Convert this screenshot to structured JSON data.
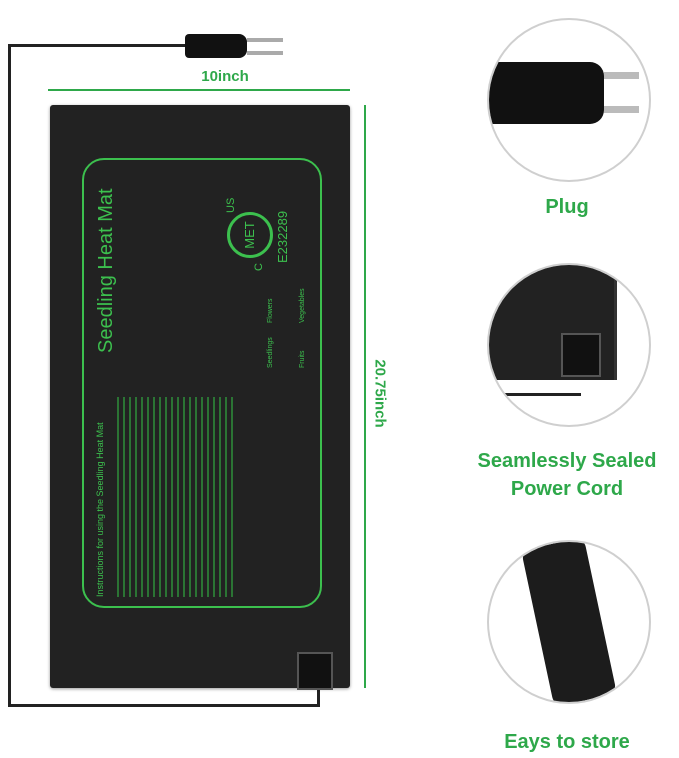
{
  "dimensions": {
    "width": "10inch",
    "height": "20.75inch"
  },
  "mat": {
    "title": "Seedling Heat Mat",
    "instructions_title": "Instructions for using the Seedling Heat Mat",
    "cert": {
      "mark": "MET",
      "c": "C",
      "us": "US",
      "number": "E232289"
    },
    "icons": [
      "Seedlings",
      "Flowers",
      "Fruits",
      "Vegetables"
    ]
  },
  "features": [
    {
      "label": "Plug"
    },
    {
      "label_line1": "Seamlessly Sealed",
      "label_line2": "Power Cord"
    },
    {
      "label": "Eays to store"
    }
  ],
  "colors": {
    "accent": "#2ea84a",
    "mat": "#222222"
  }
}
